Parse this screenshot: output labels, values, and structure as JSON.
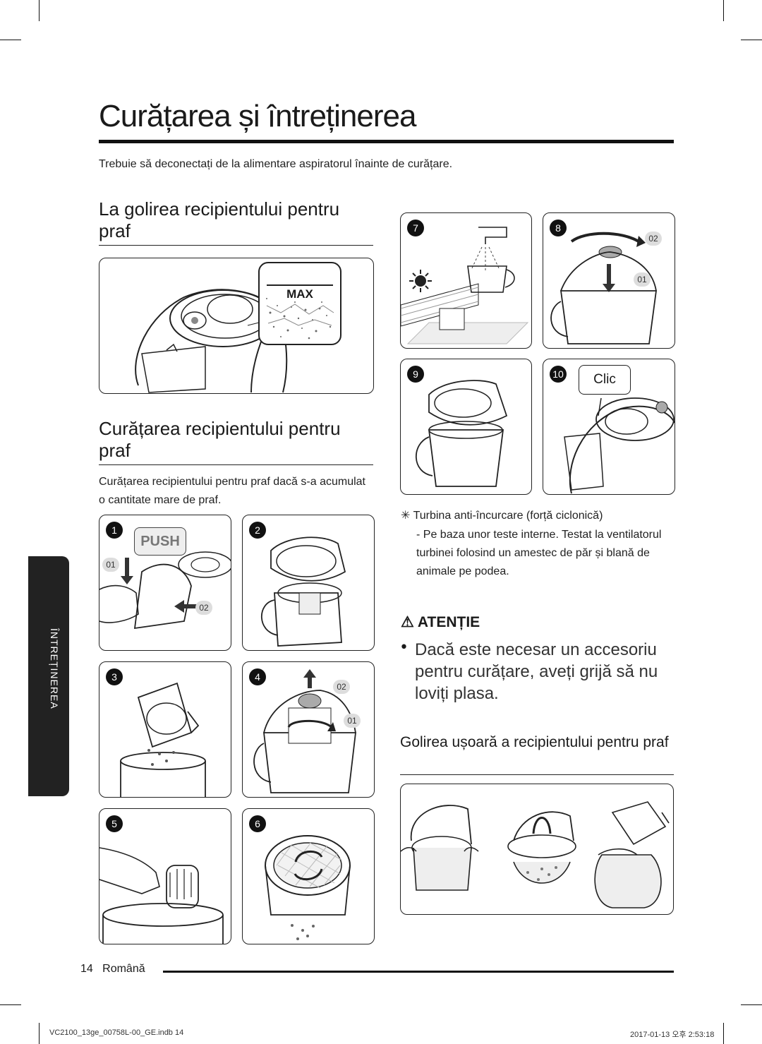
{
  "page": {
    "title": "Curățarea și întreținerea",
    "intro": "Trebuie să deconectați de la alimentare aspiratorul înainte de curățare.",
    "section1_title": "La golirea recipientului pentru praf",
    "section2_title": "Curățarea recipientului pentru praf",
    "section2_desc": "Curățarea recipientului pentru praf dacă s-a acumulat o cantitate mare de praf.",
    "side_tab": "ÎNTREȚINEREA",
    "max_label": "MAX",
    "push_label": "PUSH",
    "clic_label": "Clic"
  },
  "steps": {
    "s1": "1",
    "s2": "2",
    "s3": "3",
    "s4": "4",
    "s5": "5",
    "s6": "6",
    "s7": "7",
    "s8": "8",
    "s9": "9",
    "s10": "10",
    "tag01": "01",
    "tag02": "02"
  },
  "note": {
    "line1": "Turbina anti-încurcare (forță ciclonică)",
    "line2": "- Pe baza unor teste interne. Testat la ventilatorul turbinei folosind un amestec de păr și blană de animale pe podea."
  },
  "caution": {
    "title": "ATENȚIE",
    "text": "Dacă este necesar un accesoriu pentru curățare, aveți grijă să nu loviți plasa."
  },
  "section3_title": "Golirea ușoară a recipientului pentru praf",
  "footer": {
    "page_number": "14",
    "language": "Română",
    "file": "VC2100_13ge_00758L-00_GE.indb   14",
    "date": "2017-01-13   오후 2:53:18"
  }
}
